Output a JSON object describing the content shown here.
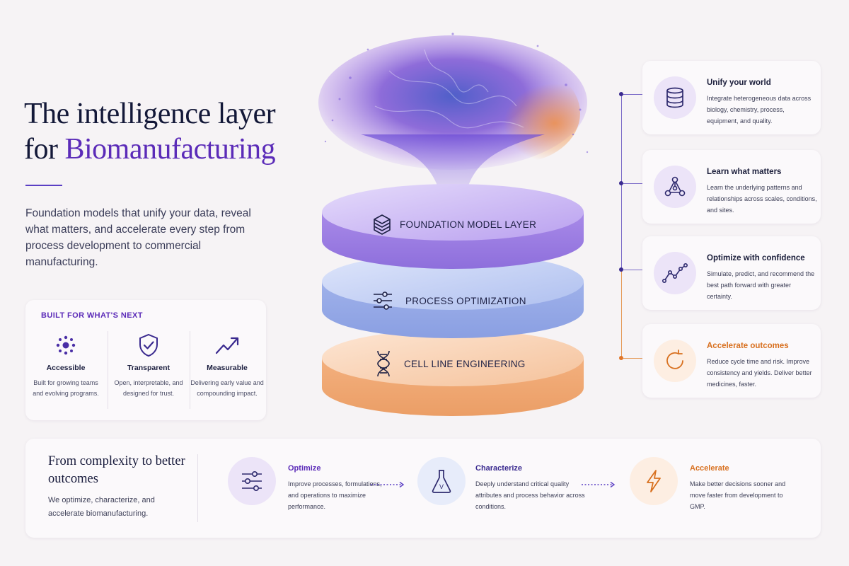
{
  "hero": {
    "title_line1": "The intelligence layer",
    "title_for": "for ",
    "title_accent": "Biomanufacturing",
    "description": "Foundation models that unify your data, reveal what matters, and accelerate every step from process development to commercial manufacturing."
  },
  "built_for": {
    "heading": "BUILT FOR WHAT'S NEXT",
    "pillars": [
      {
        "title": "Accessible",
        "desc": "Built for growing teams and evolving programs.",
        "icon": "network-icon"
      },
      {
        "title": "Transparent",
        "desc": "Open, interpretable, and designed for trust.",
        "icon": "shield-check-icon"
      },
      {
        "title": "Measurable",
        "desc": "Delivering early value and compounding impact.",
        "icon": "trend-arrow-icon"
      }
    ]
  },
  "layers": [
    {
      "label": "FOUNDATION MODEL LAYER",
      "icon": "layers-stack-icon"
    },
    {
      "label": "PROCESS OPTIMIZATION",
      "icon": "sliders-icon"
    },
    {
      "label": "CELL LINE ENGINEERING",
      "icon": "dna-icon"
    }
  ],
  "features": [
    {
      "title": "Unify your world",
      "desc": "Integrate heterogeneous data across biology, chemistry, process, equipment, and quality.",
      "icon": "database-icon"
    },
    {
      "title": "Learn what matters",
      "desc": "Learn the underlying patterns and relationships across scales, conditions, and sites.",
      "icon": "graph-nodes-icon"
    },
    {
      "title": "Optimize with confidence",
      "desc": "Simulate, predict, and recommend the best path forward with greater certainty.",
      "icon": "line-chart-icon"
    },
    {
      "title": "Accelerate outcomes",
      "desc": "Reduce cycle time and risk. Improve consistency and yields. Deliver better medicines, faster.",
      "icon": "refresh-cycle-icon"
    }
  ],
  "bottom": {
    "title": "From complexity to better outcomes",
    "desc": "We optimize, characterize, and accelerate biomanufacturing.",
    "steps": [
      {
        "title": "Optimize",
        "desc": "Improve processes, formulations, and operations to maximize performance.",
        "icon": "sliders-icon"
      },
      {
        "title": "Characterize",
        "desc": "Deeply understand critical quality attributes and process behavior across conditions.",
        "icon": "flask-icon",
        "icon_text": "V"
      },
      {
        "title": "Accelerate",
        "desc": "Make better decisions sooner and move faster from development to GMP.",
        "icon": "lightning-icon"
      }
    ]
  },
  "colors": {
    "purple": "#5b2bb8",
    "navy": "#131838",
    "orange": "#d8701f",
    "background": "#f6f3f5",
    "card": "#fbf9fb"
  }
}
